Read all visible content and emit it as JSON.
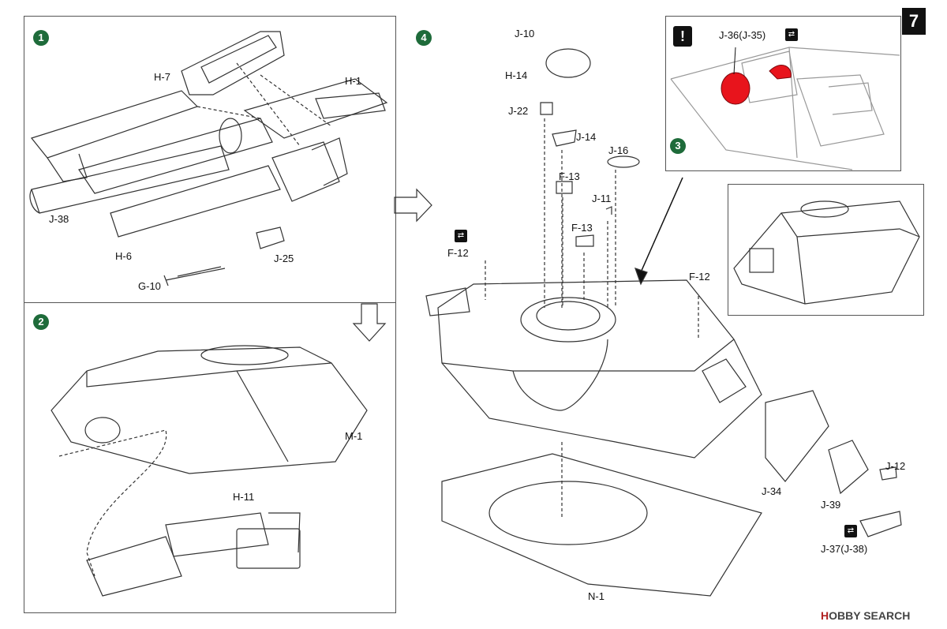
{
  "page_number": "7",
  "steps": {
    "s1": "1",
    "s2": "2",
    "s3": "3",
    "s4": "4"
  },
  "alert_symbol": "!",
  "labels": {
    "h7": "H-7",
    "h1": "H-1",
    "j38": "J-38",
    "h6": "H-6",
    "j25": "J-25",
    "g10": "G-10",
    "m1": "M-1",
    "h11": "H-11",
    "j10": "J-10",
    "h14": "H-14",
    "j22": "J-22",
    "j14": "J-14",
    "j16": "J-16",
    "f13a": "F-13",
    "j11": "J-11",
    "f13b": "F-13",
    "f12a": "F-12",
    "f12b": "F-12",
    "j36": "J-36(J-35)",
    "j12": "J-12",
    "j34": "J-34",
    "j39": "J-39",
    "j37": "J-37(J-38)",
    "n1": "N-1"
  },
  "watermark": {
    "brand_a": "H",
    "brand_b": "OBBY SEARCH"
  },
  "colors": {
    "step_circle": "#1e6b3a",
    "highlight_part": "#e8141c"
  },
  "icons": [
    "alternate-part-icon",
    "alert-icon",
    "step-number-icon",
    "arrow-right-icon",
    "arrow-down-icon"
  ]
}
